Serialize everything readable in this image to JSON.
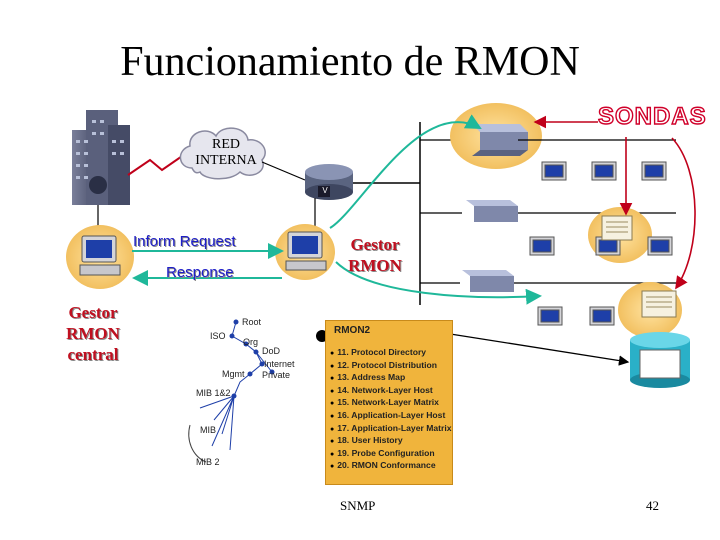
{
  "title": "Funcionamiento de RMON",
  "cloud_label": "RED INTERNA",
  "sondas_label": "SONDAS",
  "messages": {
    "inform": "Inform Request",
    "response": "Response"
  },
  "gestor_rmon": "Gestor RMON",
  "gestor_central": "Gestor RMON central",
  "router_mark": "V",
  "mib_tree": {
    "nodes": [
      "Root",
      "ISO",
      "Org",
      "DoD",
      "Internet",
      "Mgmt",
      "Private",
      "MIB 1&2",
      "MIB",
      "MIB 2"
    ]
  },
  "rmon2": {
    "title": "RMON2",
    "items": [
      "11. Protocol Directory",
      "12. Protocol Distribution",
      "13. Address Map",
      "14. Network-Layer Host",
      "15. Network-Layer Matrix",
      "16. Application-Layer Host",
      "17. Application-Layer Matrix",
      "18. User History",
      "19. Probe Configuration",
      "20. RMON Conformance"
    ]
  },
  "footer": {
    "center": "SNMP",
    "page": "42"
  },
  "colors": {
    "cyan_arrow": "#1fb89a",
    "red_arrow": "#c0001a",
    "mib_panel": "#f0b43c",
    "sondas_text": "#d0002a"
  }
}
